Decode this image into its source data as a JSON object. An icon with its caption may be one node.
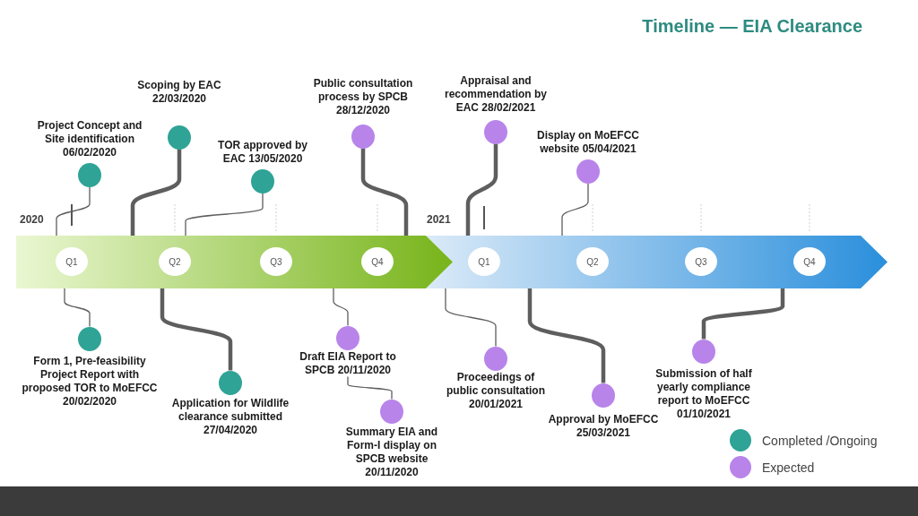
{
  "diagram": {
    "title": "Timeline — EIA Clearance",
    "nodes": [
      {
        "text": [
          "2020"
        ]
      },
      {
        "text": [
          "Q1"
        ],
        "in": 0
      },
      {
        "text": [
          "Q2"
        ],
        "in": 0
      },
      {
        "text": [
          "Q3"
        ],
        "in": 0
      },
      {
        "text": [
          "Q4"
        ],
        "in": 0
      },
      {
        "text": [
          "2021"
        ]
      },
      {
        "text": [
          "Q1"
        ],
        "in": 5
      },
      {
        "text": [
          "Q2"
        ],
        "in": 5
      },
      {
        "text": [
          "Q3"
        ],
        "in": 5
      },
      {
        "text": [
          "Q4"
        ],
        "in": 5
      },
      {
        "text": [
          "Project Concept and Site identification 06/02/2020"
        ]
      },
      {
        "text": [
          "Scoping by EAC 22/03/2020"
        ]
      },
      {
        "text": [
          "TOR approved by EAC 13/05/2020"
        ]
      },
      {
        "text": [
          "Public consultation process by SPCB 28/12/2020"
        ]
      },
      {
        "text": [
          "Appraisal and recommendation by EAC 28/02/2021"
        ]
      },
      {
        "text": [
          "Display on MoEFCC website 05/04/2021"
        ]
      },
      {
        "text": [
          "Form 1, Pre-feasibility Project Report with proposed TOR to MoEFCC 20/02/2020"
        ]
      },
      {
        "text": [
          "Application for Wildlife clearance submitted 27/04/2020"
        ]
      },
      {
        "text": [
          "Draft EIA Report to SPCB 20/11/2020"
        ]
      },
      {
        "text": [
          "Summary EIA and Form-I display on SPCB website 20/11/2020"
        ]
      },
      {
        "text": [
          "Proceedings of public consultation 20/01/2021"
        ]
      },
      {
        "text": [
          "Approval by MoEFCC 25/03/2021"
        ]
      },
      {
        "text": [
          "Submission of half yearly compliance report to MoEFCC 01/10/2021"
        ]
      }
    ],
    "edges": [
      {
        "from": 10,
        "to": 0,
        "arrow": "none"
      },
      {
        "from": 11,
        "to": 0,
        "arrow": "none",
        "style": "thick"
      },
      {
        "from": 12,
        "to": 0,
        "arrow": "none"
      },
      {
        "from": 13,
        "to": 0,
        "arrow": "none",
        "style": "thick"
      },
      {
        "from": 14,
        "to": 5,
        "arrow": "none",
        "style": "thick"
      },
      {
        "from": 15,
        "to": 5,
        "arrow": "none"
      },
      {
        "from": 16,
        "to": 0,
        "arrow": "none"
      },
      {
        "from": 17,
        "to": 0,
        "arrow": "none",
        "style": "thick"
      },
      {
        "from": 18,
        "to": 0,
        "arrow": "none"
      },
      {
        "from": 18,
        "to": 19,
        "arrow": "none"
      },
      {
        "from": 20,
        "to": 5,
        "arrow": "none"
      },
      {
        "from": 21,
        "to": 5,
        "arrow": "none",
        "style": "thick"
      },
      {
        "from": 22,
        "to": 5,
        "arrow": "none",
        "style": "thick"
      }
    ],
    "legend": [
      {
        "text": "Completed /Ongoing",
        "color": "#2fa396"
      },
      {
        "text": "Expected",
        "color": "#b884ea"
      }
    ]
  }
}
